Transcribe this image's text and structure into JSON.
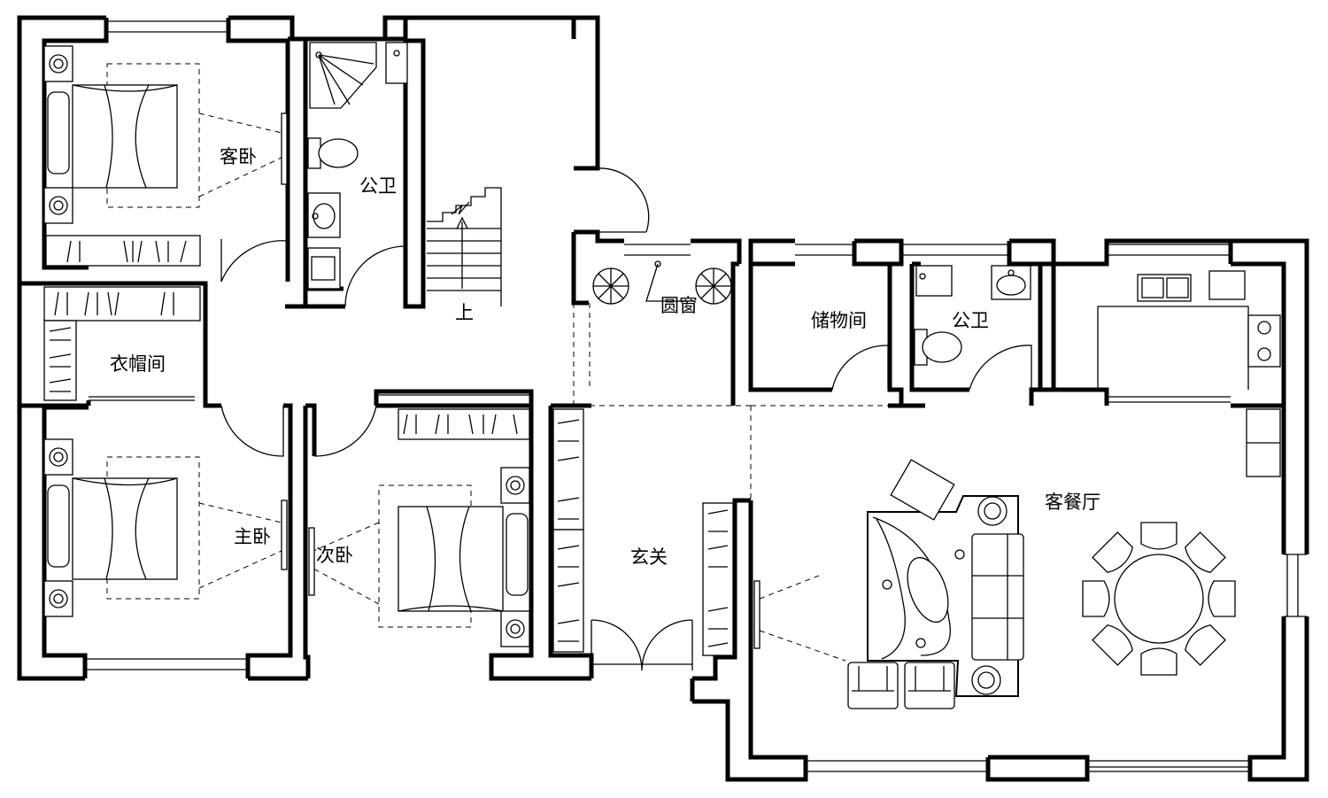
{
  "rooms": {
    "guest_bedroom": "客卧",
    "public_bath_1": "公卫",
    "stair_up": "上",
    "round_window": "圆窗",
    "storage": "储物间",
    "public_bath_2": "公卫",
    "cloakroom": "衣帽间",
    "master_bedroom": "主卧",
    "second_bedroom": "次卧",
    "foyer": "玄关",
    "living_dining": "客餐厅"
  }
}
